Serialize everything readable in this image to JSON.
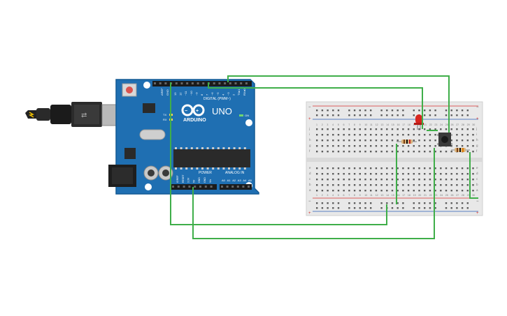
{
  "arduino": {
    "brand": "ARDUINO",
    "model": "UNO",
    "digital_label": "DIGITAL (PWM~)",
    "power_label": "POWER",
    "analog_label": "ANALOG IN",
    "aref": "AREF",
    "gnd": "GND",
    "tx": "TX",
    "rx": "RX",
    "on": "ON",
    "digital_pins": [
      "13",
      "12",
      "~11",
      "~10",
      "~9",
      "8",
      "7",
      "~6",
      "~5",
      "4",
      "~3",
      "2",
      "TX▸1",
      "RX◂0"
    ],
    "power_pins": [
      "IOREF",
      "RESET",
      "3.3V",
      "5V",
      "GND",
      "GND",
      "Vin"
    ],
    "analog_pins": [
      "A0",
      "A1",
      "A2",
      "A3",
      "A4",
      "A5"
    ]
  },
  "breadboard": {
    "row_letters_top": [
      "j",
      "i",
      "h",
      "g",
      "f"
    ],
    "row_letters_bottom": [
      "e",
      "d",
      "c",
      "b",
      "a"
    ],
    "column_numbers": [
      "1",
      "2",
      "3",
      "4",
      "5",
      "6",
      "7",
      "8",
      "9",
      "10",
      "11",
      "12",
      "13",
      "14",
      "15",
      "16",
      "17",
      "18",
      "19",
      "20",
      "21",
      "22",
      "23",
      "24",
      "25",
      "26",
      "27",
      "28",
      "29",
      "30"
    ],
    "rail_plus": "+",
    "rail_minus": "−"
  },
  "colors": {
    "board": "#1f6fb2",
    "board_dark": "#155a94",
    "wire": "#3fae49",
    "breadboard": "#e9e9e9",
    "rail_red": "#d9302c",
    "rail_blue": "#2b5fb8",
    "led": "#d8261f",
    "chip": "#2a2a2a"
  },
  "components": {
    "led": "led-icon",
    "resistor": "resistor-icon",
    "button": "pushbutton-icon",
    "usb": "usb-cable-icon"
  }
}
